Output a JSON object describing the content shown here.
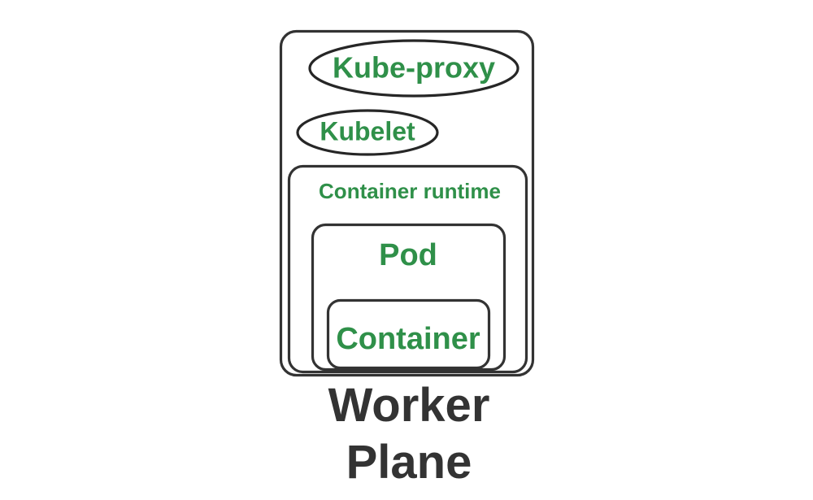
{
  "diagram": {
    "title": "Worker Plane",
    "caption_line_1": "Worker",
    "caption_line_2": "Plane",
    "colors": {
      "node_text_green": "#2f9049",
      "caption_text_dark": "#333333",
      "stroke_dark": "#333333",
      "background": "#ffffff"
    },
    "outer_container": {
      "label": "Worker Plane",
      "shape": "rounded-rectangle"
    },
    "nodes": [
      {
        "id": "kube-proxy",
        "label": "Kube-proxy",
        "shape": "ellipse"
      },
      {
        "id": "kubelet",
        "label": "Kubelet",
        "shape": "ellipse"
      },
      {
        "id": "container-runtime",
        "label": "Container runtime",
        "shape": "rounded-rectangle"
      },
      {
        "id": "pod",
        "label": "Pod",
        "shape": "rounded-rectangle"
      },
      {
        "id": "container",
        "label": "Container",
        "shape": "rounded-rectangle"
      }
    ]
  }
}
